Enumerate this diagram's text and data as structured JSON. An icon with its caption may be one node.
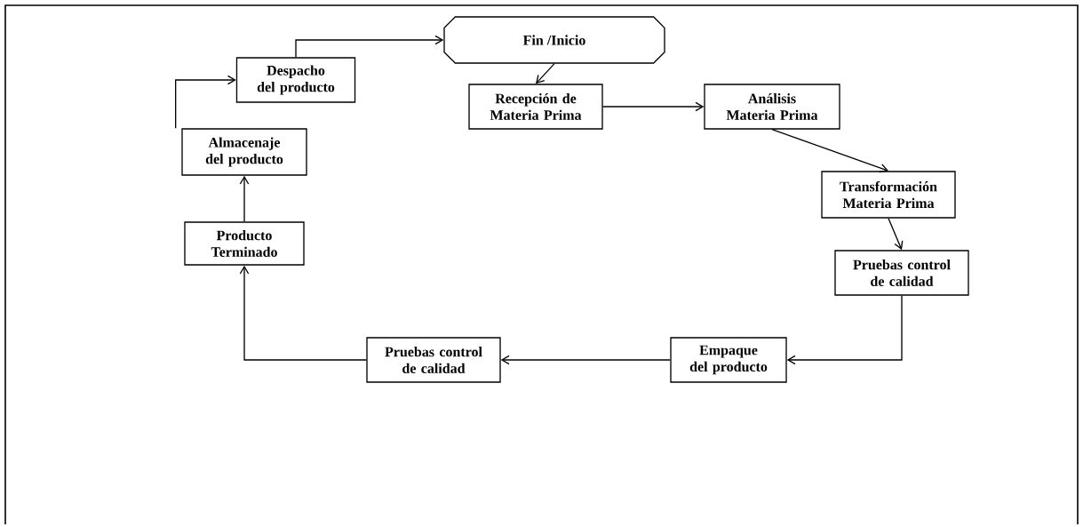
{
  "diagram": {
    "nodes": [
      {
        "text": [
          "Fin /Inicio"
        ]
      },
      {
        "text": [
          "Recepción de Materia Prima"
        ]
      },
      {
        "text": [
          "Análisis Materia Prima"
        ]
      },
      {
        "text": [
          "Transformación Materia Prima"
        ]
      },
      {
        "text": [
          "Pruebas control de calidad"
        ]
      },
      {
        "text": [
          "Empaque del producto"
        ]
      },
      {
        "text": [
          "Pruebas control de calidad"
        ]
      },
      {
        "text": [
          "Producto Terminado"
        ]
      },
      {
        "text": [
          "Almacenaje del producto"
        ]
      },
      {
        "text": [
          "Despacho del producto"
        ]
      }
    ],
    "edges": [
      {
        "from": 0,
        "to": 1,
        "arrow": "to"
      },
      {
        "from": 1,
        "to": 2,
        "arrow": "to"
      },
      {
        "from": 2,
        "to": 3,
        "arrow": "to"
      },
      {
        "from": 3,
        "to": 4,
        "arrow": "to"
      },
      {
        "from": 4,
        "to": 5,
        "arrow": "to"
      },
      {
        "from": 5,
        "to": 6,
        "arrow": "to"
      },
      {
        "from": 6,
        "to": 7,
        "arrow": "to"
      },
      {
        "from": 7,
        "to": 8,
        "arrow": "to"
      },
      {
        "from": 8,
        "to": 9,
        "arrow": "to"
      },
      {
        "from": 9,
        "to": 0,
        "arrow": "to"
      }
    ]
  }
}
